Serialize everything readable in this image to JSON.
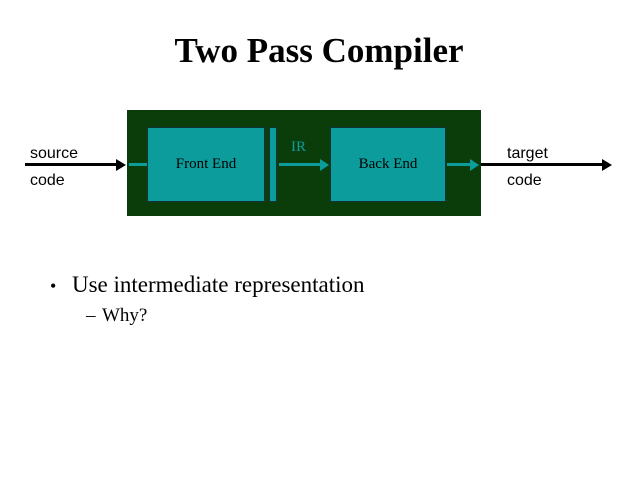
{
  "slide": {
    "title": "Two Pass Compiler",
    "background_color": "#ffffff"
  },
  "colors": {
    "frame_green": "#0a3d0a",
    "stage_teal": "#0c9c9c",
    "arrow_black": "#000000",
    "text_black": "#000000",
    "ir_label_teal": "#0c9c9c"
  },
  "diagram": {
    "name": "two-pass-compiler-pipeline",
    "input_label": {
      "line1": "source",
      "line2": "code"
    },
    "output_label": {
      "line1": "target",
      "line2": "code"
    },
    "stages": [
      {
        "label": "Front End"
      },
      {
        "label": "Back End"
      }
    ],
    "intermediate_label": "IR",
    "arrows": [
      {
        "name": "source-to-frontend",
        "color": "#000000"
      },
      {
        "name": "frame-to-frontend",
        "color": "#0c9c9c"
      },
      {
        "name": "frontend-to-backend",
        "color": "#0c9c9c"
      },
      {
        "name": "backend-to-frame",
        "color": "#0c9c9c"
      },
      {
        "name": "backend-to-target",
        "color": "#000000"
      }
    ]
  },
  "bullets": [
    {
      "level": 1,
      "marker": "•",
      "text": "Use intermediate representation"
    },
    {
      "level": 2,
      "marker": "–",
      "text": "Why?"
    }
  ]
}
